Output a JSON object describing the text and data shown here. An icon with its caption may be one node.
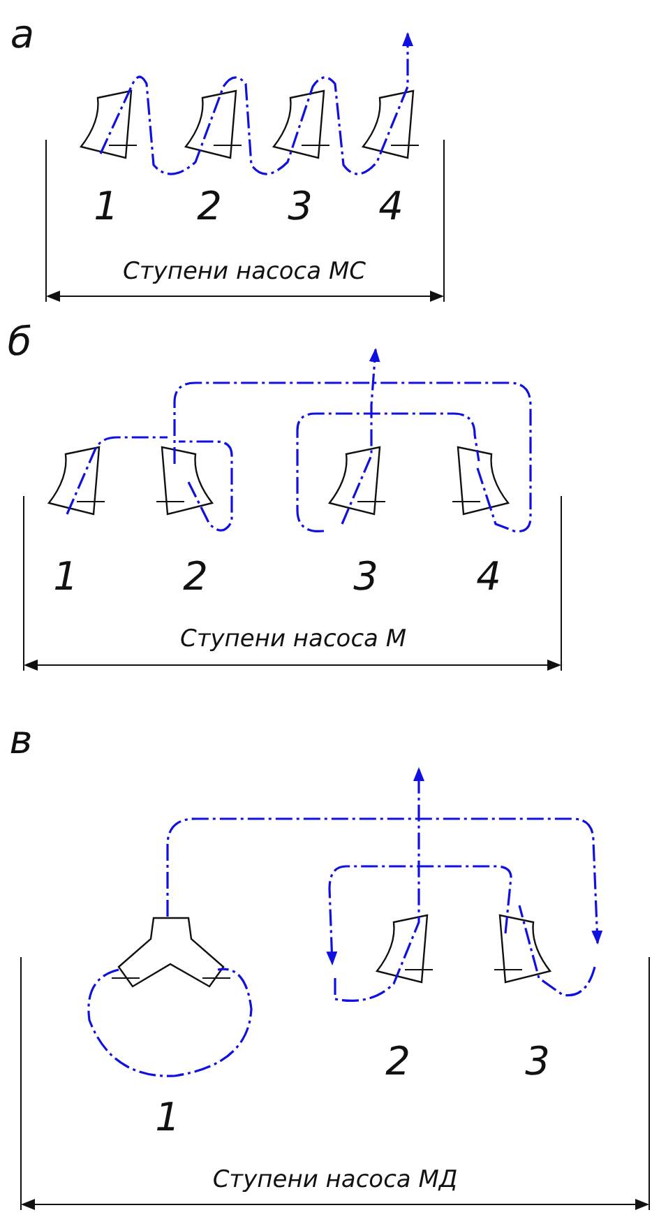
{
  "diagram": {
    "labels": [
      "а",
      "1",
      "2",
      "3",
      "4",
      "Ступени насоса МС",
      "б",
      "1",
      "2",
      "3",
      "4",
      "Ступени насоса М",
      "в",
      "2",
      "3",
      "1",
      "Ступени насоса МД"
    ]
  }
}
